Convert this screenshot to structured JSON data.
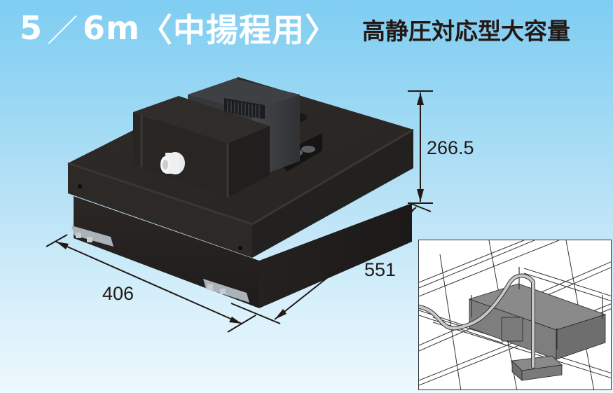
{
  "header": {
    "title_main_a": "5",
    "title_slash": "／",
    "title_main_b": "6m",
    "title_bracket_open": "〈",
    "title_sub": "中揚程用",
    "title_bracket_close": "〉",
    "subtitle": "高静圧対応型大容量"
  },
  "dimensions": {
    "height": "266.5",
    "width": "406",
    "depth": "551"
  },
  "product": {
    "name": "drain-pump-unit-render",
    "body_color": "#2b2826",
    "pump_color": "#3a3c3f",
    "outlet_color": "#eef0f2",
    "bracket_color": "#a9b2b8"
  },
  "inset": {
    "label": "installation-diagram",
    "unit_color": "#8c8c8c",
    "grid_color": "#333333"
  },
  "colors": {
    "background_top": "#7fcdf2",
    "background_bottom": "#eef8fd",
    "title_color": "#ffffff",
    "subtitle_color": "#231815"
  }
}
